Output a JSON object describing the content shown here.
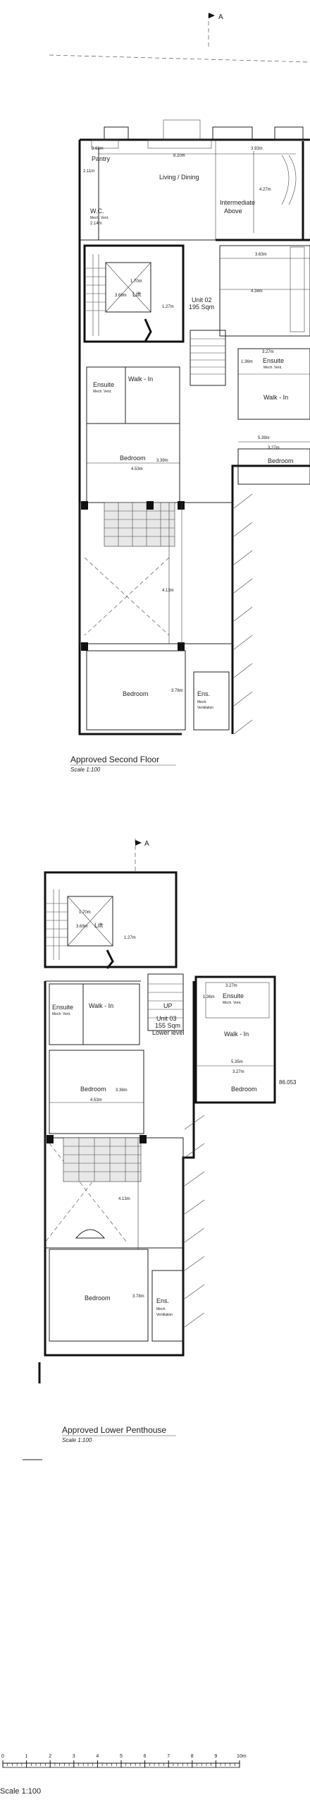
{
  "north_mark": "A",
  "second_floor": {
    "title": "Approved Second Floor",
    "scale": "Scale 1:100",
    "rooms": {
      "pantry": "Pantry",
      "living_dining": "Living / Dining",
      "intermediate": "Intermediate",
      "above": "Above",
      "wc": "W.C.",
      "lift": "Lift",
      "unit": "Unit 02",
      "unit_area": "195 Sqm",
      "ensuite_left": "Ensuite",
      "walk_in_left": "Walk - In",
      "ensuite_right": "Ensuite",
      "walk_in_right": "Walk - In",
      "bedroom_mid": "Bedroom",
      "bedroom_right": "Bedroom",
      "bedroom_bottom": "Bedroom",
      "ens": "Ens.",
      "mech_vent": "Mech. Vent.",
      "mech": "Mech.",
      "ventilation": "Ventilation"
    },
    "dims": {
      "d_3_68": "3.68m",
      "d_8_20": "8.20m",
      "d_3_93": "3.93m",
      "d_2_11": "2.11m",
      "d_4_27": "4.27m",
      "d_2_14": "2.14m",
      "d_3_63": "3.63m",
      "d_1_70": "1.70m",
      "d_3_69": "3.69m",
      "d_1_27": "1.27m",
      "d_4_34": "4.34m",
      "d_3_27a": "3.27m",
      "d_1_36": "1.36m",
      "d_5_39": "5.39m",
      "d_3_27b": "3.27m",
      "d_3_39": "3.39m",
      "d_4_53": "4.53m",
      "d_4_13": "4.13m",
      "d_3_78": "3.78m"
    }
  },
  "lower_penthouse": {
    "title": "Approved Lower Penthouse",
    "scale": "Scale 1:100",
    "rooms": {
      "lift": "Lift",
      "ensuite_left": "Ensuite",
      "walk_in_left": "Walk - In",
      "up": "UP",
      "unit": "Unit 03",
      "unit_area": "155 Sqm",
      "unit_level": "Lower level",
      "ensuite_right": "Ensuite",
      "walk_in_right": "Walk - In",
      "bedroom_right": "Bedroom",
      "bedroom_mid": "Bedroom",
      "bedroom_bottom": "Bedroom",
      "ens": "Ens.",
      "mech_vent": "Mech. Vent.",
      "mech": "Mech.",
      "ventilation": "Ventilation"
    },
    "dims": {
      "d_1_70": "1.70m",
      "d_3_69": "3.69m",
      "d_1_27": "1.27m",
      "d_3_27a": "3.27m",
      "d_1_36": "1.36m",
      "d_5_35": "5.35m",
      "d_3_27b": "3.27m",
      "d_3_38": "3.38m",
      "d_4_53": "4.53m",
      "d_4_13": "4.13m",
      "d_3_78": "3.78m"
    },
    "level": "86.053"
  },
  "scale_bar": {
    "ticks": [
      "0",
      "1",
      "2",
      "3",
      "4",
      "5",
      "6",
      "7",
      "8",
      "9",
      "10m"
    ],
    "label": "Scale 1:100"
  }
}
